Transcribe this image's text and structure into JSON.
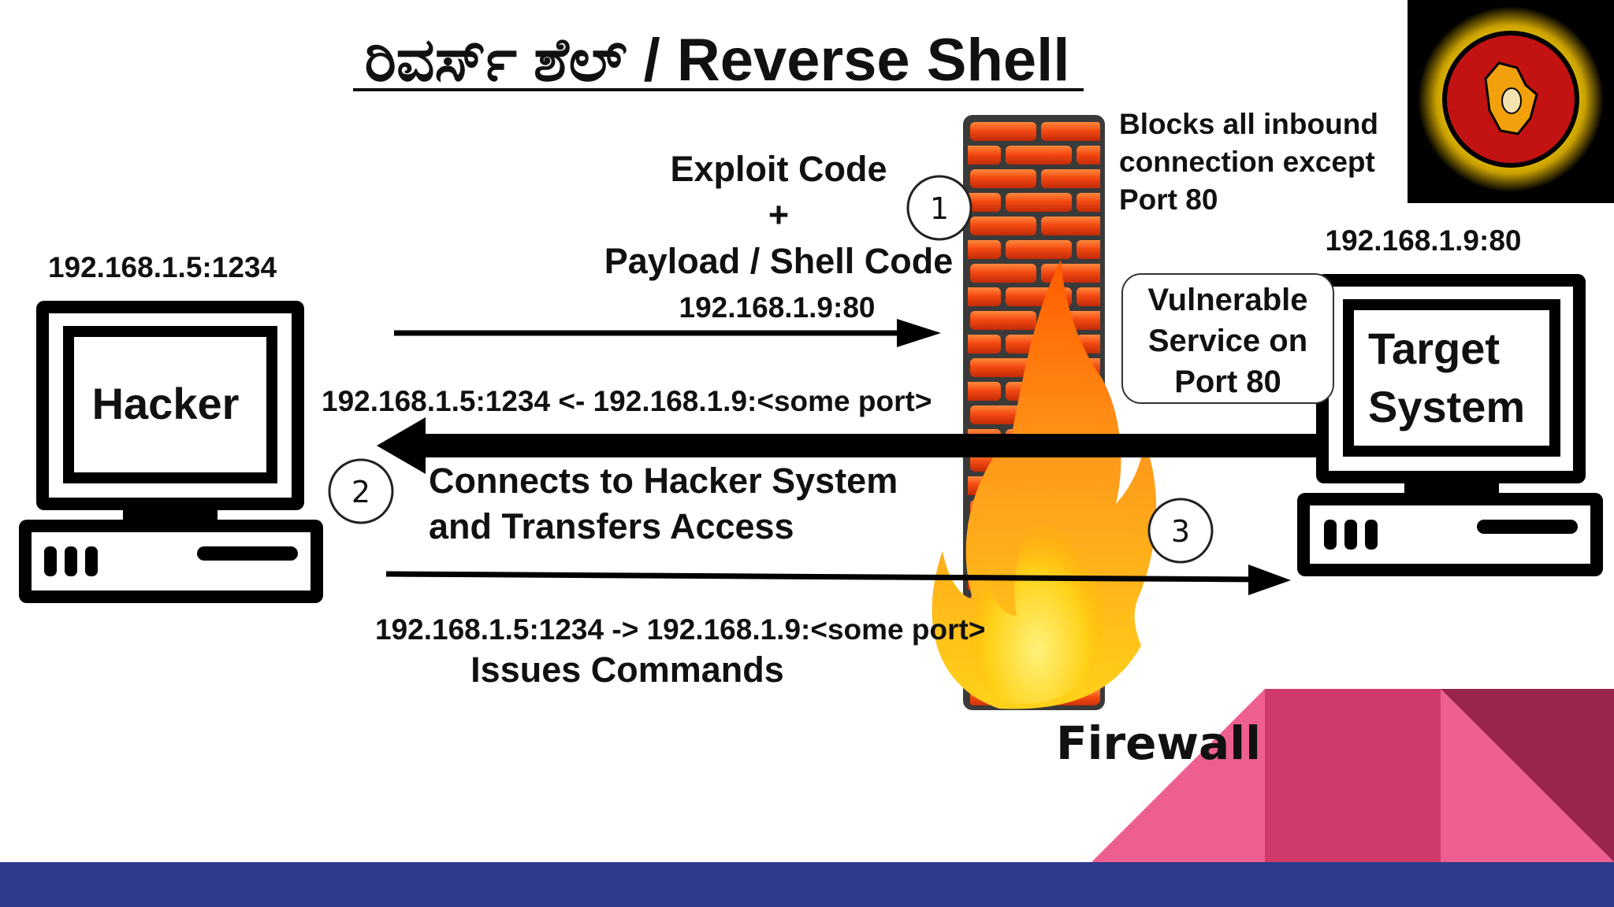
{
  "title": "ರಿವರ್ಸ್ ಶೆಲ್ / Reverse Shell",
  "hacker": {
    "label": "Hacker",
    "address": "192.168.1.5:1234"
  },
  "target": {
    "label_line1": "Target",
    "label_line2": "System",
    "address": "192.168.1.9:80"
  },
  "firewall": {
    "label": "Firewall",
    "note_line1": "Blocks all inbound",
    "note_line2": "connection except",
    "note_line3": "Port 80"
  },
  "vulnerable_service": {
    "line1": "Vulnerable",
    "line2": "Service on",
    "line3": "Port 80"
  },
  "step1": {
    "number": "1",
    "line1": "Exploit Code",
    "line2": "+",
    "line3": "Payload / Shell Code",
    "address": "192.168.1.9:80"
  },
  "step2": {
    "number": "2",
    "connection": "192.168.1.5:1234 <- 192.168.1.9:<some port>",
    "line1": "Connects to Hacker System",
    "line2": "and Transfers Access"
  },
  "step3": {
    "number": "3",
    "connection": "192.168.1.5:1234 -> 192.168.1.9:<some port>",
    "label": "Issues Commands"
  },
  "colors": {
    "bottom_bar": "#2e3a8c",
    "pink_light": "#ee5f91",
    "pink_mid": "#d03a6a",
    "pink_dark": "#99254d",
    "brick": "#f44a12",
    "mortar": "#3a3a3a",
    "flame_outer": "#ff7a00",
    "flame_inner": "#ffe23a"
  }
}
